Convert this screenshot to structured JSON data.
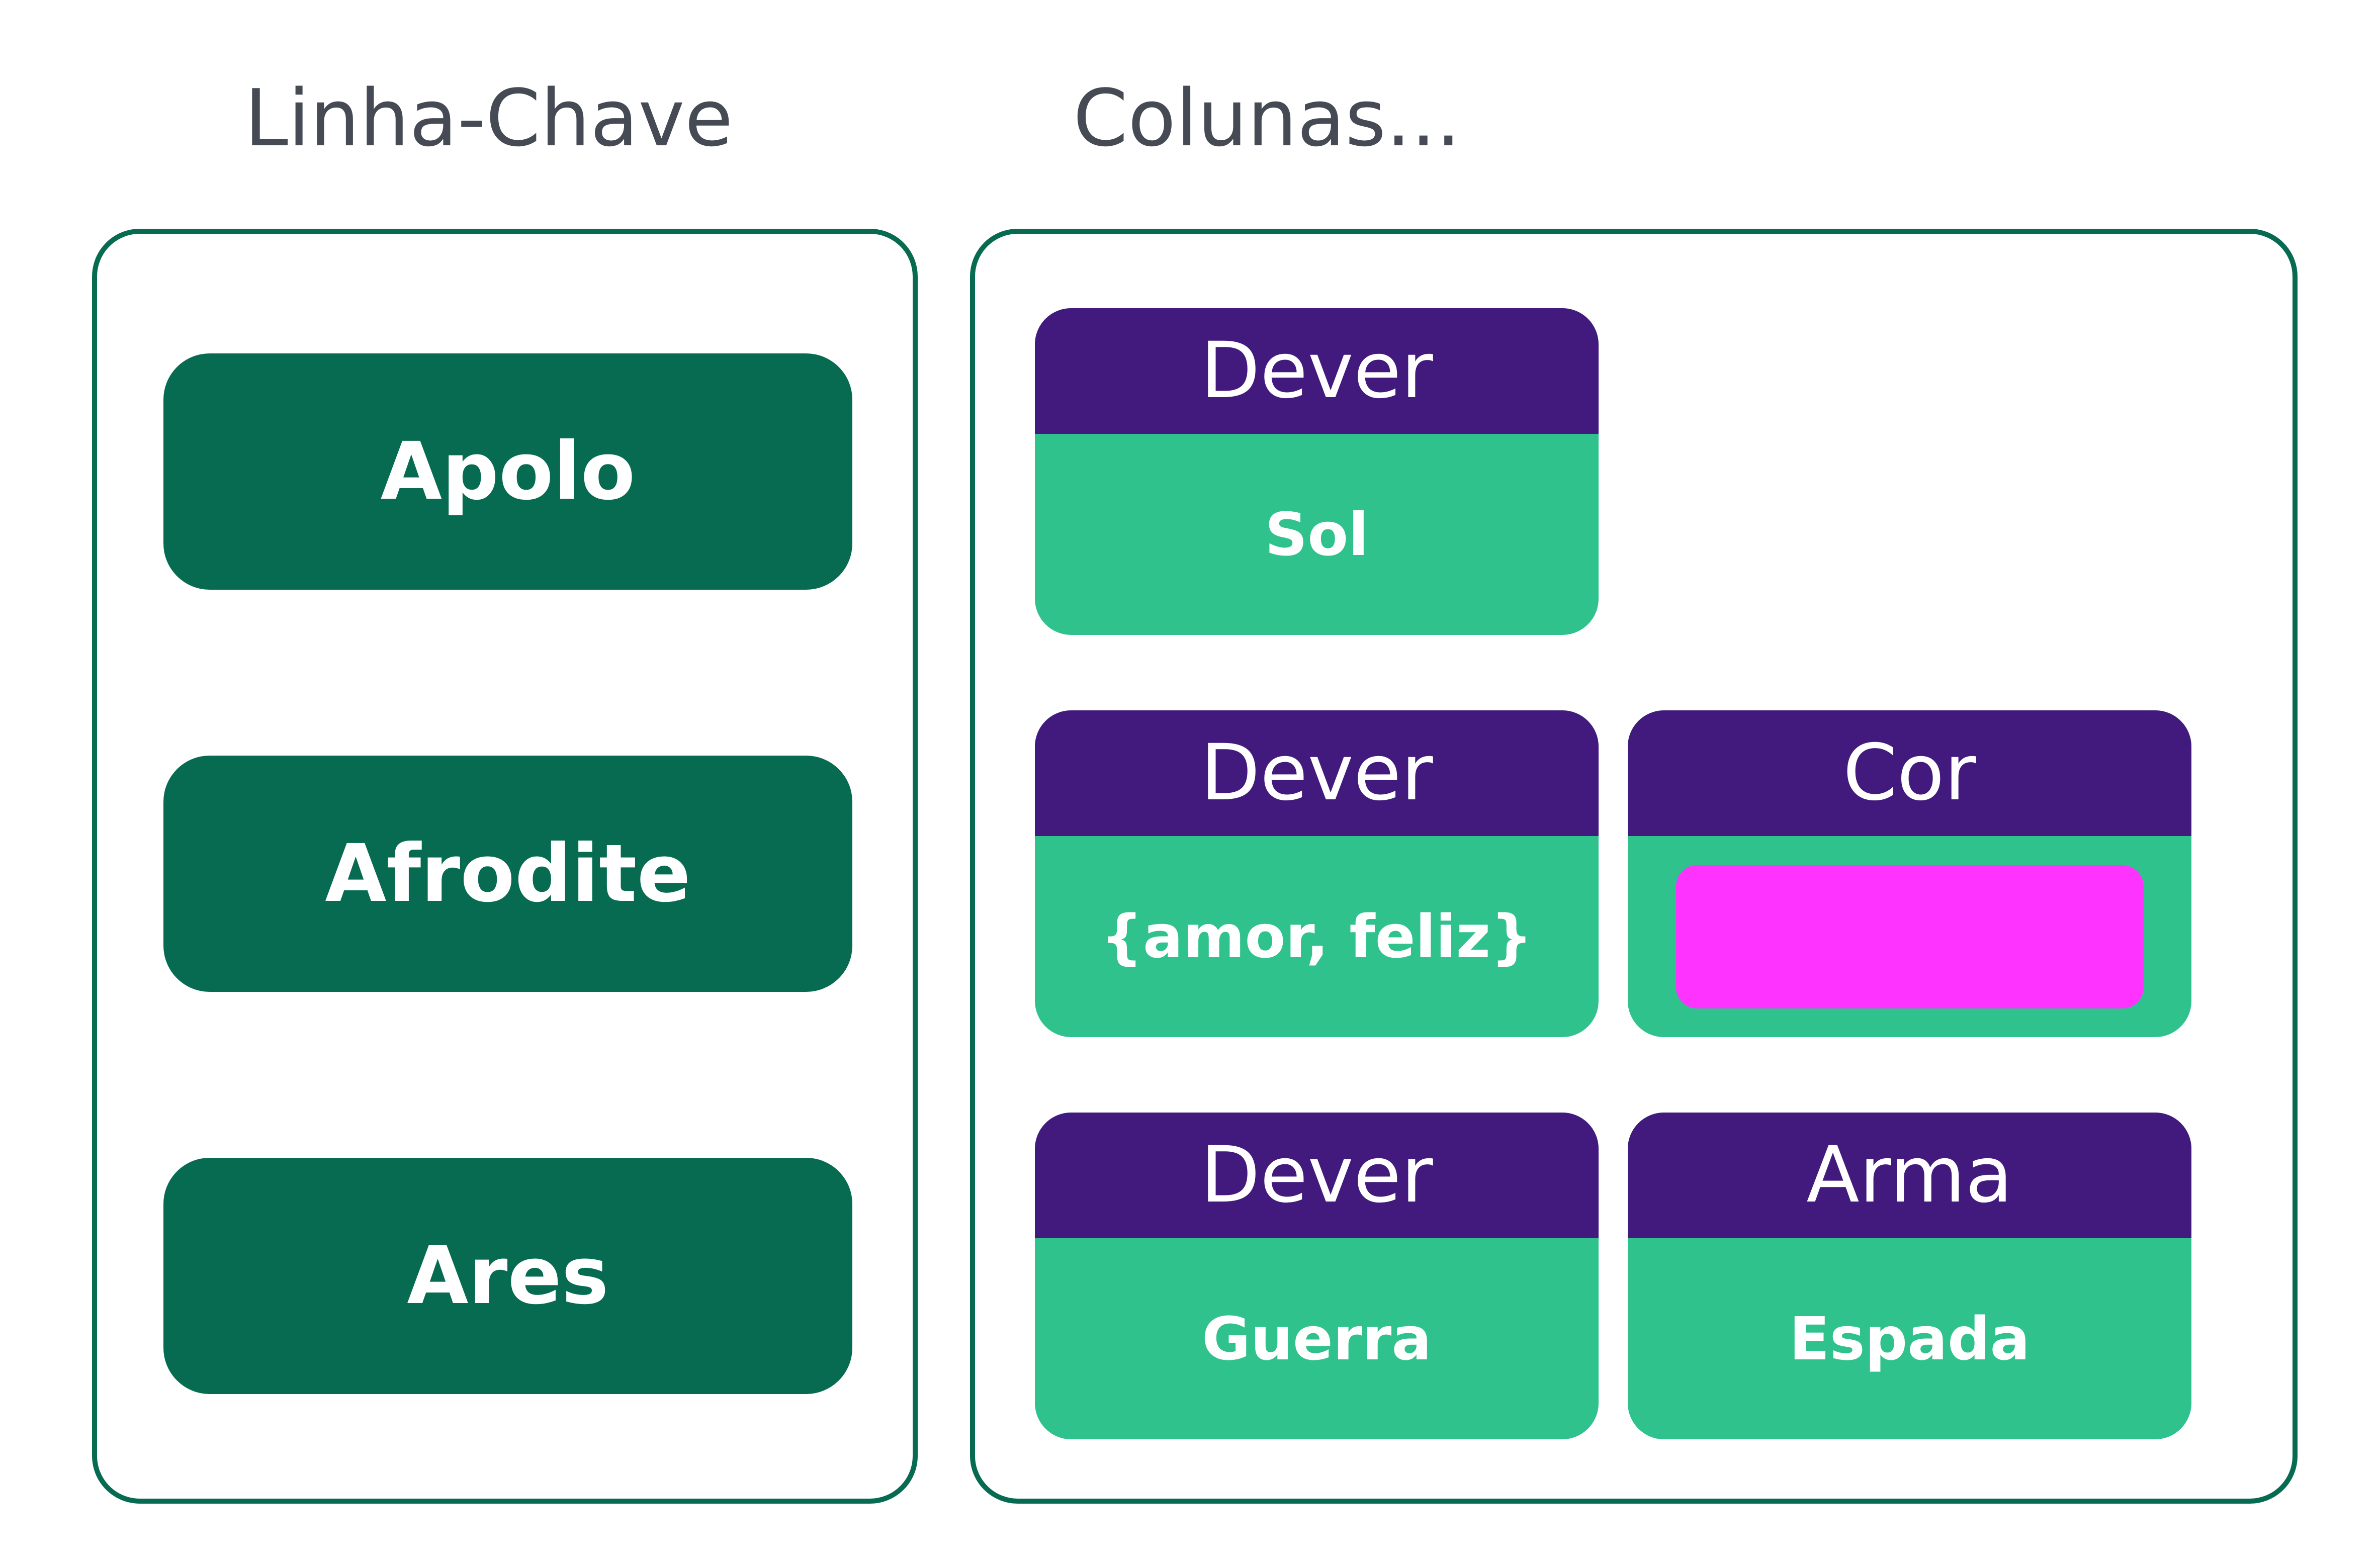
{
  "headings": {
    "row_key": "Linha-Chave",
    "columns": "Colunas..."
  },
  "rows": [
    {
      "key": "Apolo",
      "cells": [
        {
          "column": "Dever",
          "value": "Sol"
        }
      ]
    },
    {
      "key": "Afrodite",
      "cells": [
        {
          "column": "Dever",
          "value": "{amor, feliz}"
        },
        {
          "column": "Cor",
          "value": "",
          "swatch_color": "#ff33ff"
        }
      ]
    },
    {
      "key": "Ares",
      "cells": [
        {
          "column": "Dever",
          "value": "Guerra"
        },
        {
          "column": "Arma",
          "value": "Espada"
        }
      ]
    }
  ],
  "colors": {
    "panel_border": "#066b50",
    "row_key_fill": "#066b50",
    "column_header_fill": "#421a7d",
    "cell_value_fill": "#30c28d",
    "heading_text": "#454a54"
  }
}
